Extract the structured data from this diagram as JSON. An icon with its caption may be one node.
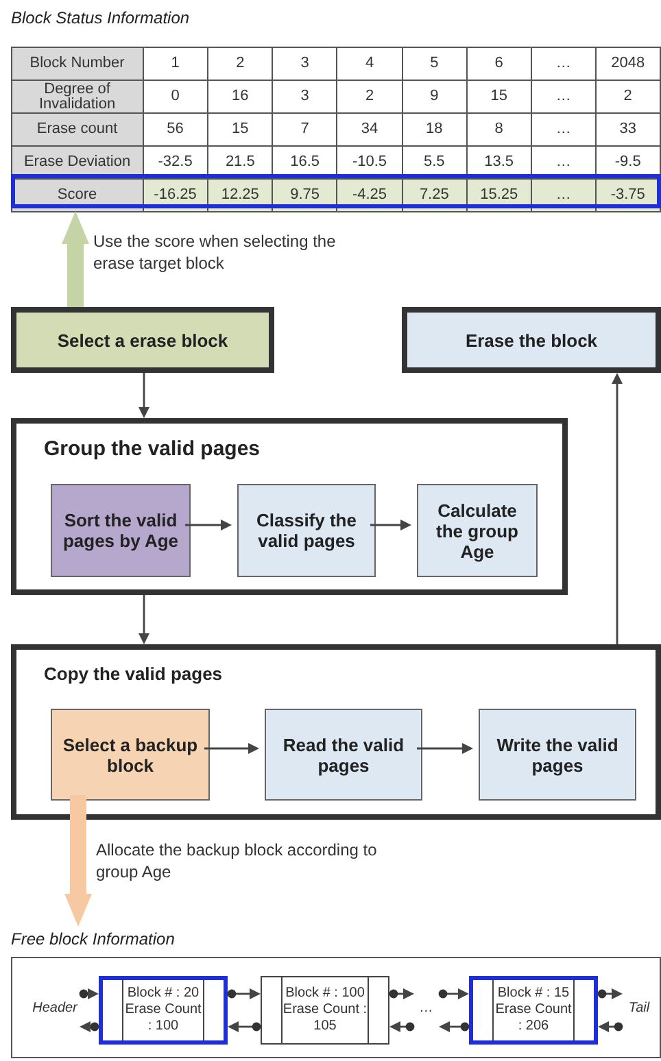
{
  "diagram": {
    "nodes": [
      {
        "text": [
          "Block Status Information"
        ]
      },
      {
        "text": [
          "Select a erase block"
        ]
      },
      {
        "text": [
          "Erase the block"
        ]
      },
      {
        "text": [
          "Group the valid pages"
        ]
      },
      {
        "text": [
          "Sort the valid pages by Age"
        ],
        "in": 3
      },
      {
        "text": [
          "Classify the valid pages"
        ],
        "in": 3
      },
      {
        "text": [
          "Calculate the group Age"
        ],
        "in": 3
      },
      {
        "text": [
          "Copy the valid pages"
        ]
      },
      {
        "text": [
          "Select a backup block"
        ],
        "in": 7
      },
      {
        "text": [
          "Read the valid pages"
        ],
        "in": 7
      },
      {
        "text": [
          "Write the valid pages"
        ],
        "in": 7
      },
      {
        "text": [
          "Free block Information"
        ]
      },
      {
        "text": [
          "Header"
        ],
        "in": 11
      },
      {
        "text": [
          "Block # : 20",
          "Erase Count : 100"
        ],
        "in": 11
      },
      {
        "text": [
          "Block # : 100",
          "Erase Count : 105"
        ],
        "in": 11
      },
      {
        "text": [
          "…"
        ],
        "in": 11
      },
      {
        "text": [
          "Block # : 15",
          "Erase Count : 206"
        ],
        "in": 11
      },
      {
        "text": [
          "Tail"
        ],
        "in": 11
      }
    ],
    "edges": [
      {
        "from": 1,
        "to": 3,
        "arrow": "to"
      },
      {
        "from": 3,
        "to": 7,
        "arrow": "to"
      },
      {
        "from": 7,
        "to": 2,
        "arrow": "to"
      },
      {
        "from": 4,
        "to": 5,
        "arrow": "to"
      },
      {
        "from": 5,
        "to": 6,
        "arrow": "to"
      },
      {
        "from": 8,
        "to": 9,
        "arrow": "to"
      },
      {
        "from": 9,
        "to": 10,
        "arrow": "to"
      },
      {
        "from": 1,
        "to": 0,
        "arrow": "to",
        "style": "thick",
        "color": "#c5d4a5",
        "label": "Use the score when selecting the erase target block"
      },
      {
        "from": 8,
        "to": 11,
        "arrow": "to",
        "style": "thick",
        "color": "#f7c9a3",
        "label": "Allocate the backup block according to  group Age"
      },
      {
        "from": 12,
        "to": 13,
        "arrow": "to"
      },
      {
        "from": 13,
        "to": 12,
        "arrow": "to"
      },
      {
        "from": 13,
        "to": 14,
        "arrow": "to"
      },
      {
        "from": 14,
        "to": 13,
        "arrow": "to"
      },
      {
        "from": 14,
        "to": 15,
        "arrow": "to"
      },
      {
        "from": 15,
        "to": 14,
        "arrow": "to"
      },
      {
        "from": 15,
        "to": 16,
        "arrow": "to"
      },
      {
        "from": 16,
        "to": 15,
        "arrow": "to"
      },
      {
        "from": 16,
        "to": 17,
        "arrow": "to"
      },
      {
        "from": 17,
        "to": 16,
        "arrow": "to"
      }
    ],
    "labels": [
      "Block Number",
      "1",
      "2",
      "3",
      "4",
      "5",
      "6",
      "…",
      "2048",
      "Degree of Invalidation",
      "0",
      "16",
      "3",
      "2",
      "9",
      "15",
      "…",
      "2",
      "Erase count",
      "56",
      "15",
      "7",
      "34",
      "18",
      "8",
      "…",
      "33",
      "Erase Deviation",
      "-32.5",
      "21.5",
      "16.5",
      "-10.5",
      "5.5",
      "13.5",
      "…",
      "-9.5",
      "Score",
      "-16.25",
      "12.25",
      "9.75",
      "-4.25",
      "7.25",
      "15.25",
      "…",
      "-3.75"
    ]
  }
}
